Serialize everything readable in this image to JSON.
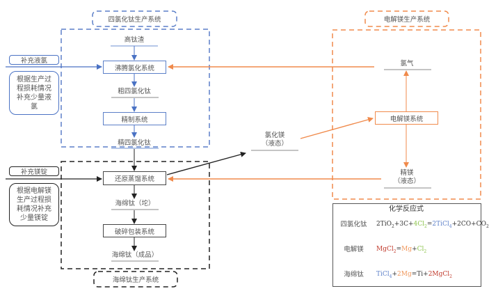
{
  "colors": {
    "ticl4_system": "#5b7fc8",
    "mg_system": "#f08a4b",
    "sponge_system": "#222222",
    "eq_blue": "#5b7fc8",
    "eq_green": "#8bc34a",
    "eq_red": "#c0392b",
    "eq_orange": "#f0965a"
  },
  "systems": {
    "ticl4": {
      "title": "四氯化钛生产系统",
      "raw_material": "高钛渣",
      "chlorination_box": "沸腾氯化系统",
      "crude_product": "粗四氯化钛",
      "refine_box": "精制系统",
      "refined_product": "精四氯化钛"
    },
    "sponge": {
      "title": "海绵钛生产系统",
      "reduction_box": "还原蒸馏系统",
      "intermediate": "海绵钛（坨）",
      "crush_box": "破碎包装系统",
      "final_product": "海绵钛（成品）"
    },
    "magnesium": {
      "title": "电解镁生产系统",
      "chlorine": "氯气",
      "electrolysis_box": "电解镁系统",
      "refined_mg_line1": "精镁",
      "refined_mg_line2": "（液态）"
    }
  },
  "external": {
    "supplement_cl_label": "补充液氯",
    "supplement_cl_note": [
      "根据生产过",
      "程损耗情况",
      "补充少量液",
      "氯"
    ],
    "supplement_mg_label": "补充镁锭",
    "supplement_mg_note": [
      "根据电解镁",
      "生产过程损",
      "耗情况补充",
      "少量镁锭"
    ],
    "mgcl2_line1": "氯化镁",
    "mgcl2_line2": "（液态）"
  },
  "legend": {
    "title": "化学反应式",
    "items": [
      {
        "label": "四氯化钛",
        "equation": [
          {
            "t": "2TiO",
            "c": "black"
          },
          {
            "sub": "2",
            "c": "black"
          },
          {
            "t": "+3C+",
            "c": "black"
          },
          {
            "t": "4Cl",
            "c": "green"
          },
          {
            "sub": "2",
            "c": "green"
          },
          {
            "t": "=",
            "c": "black"
          },
          {
            "t": "2TiCl",
            "c": "blue"
          },
          {
            "sub": "4",
            "c": "blue"
          },
          {
            "t": "+2CO+CO",
            "c": "black"
          },
          {
            "sub": "2",
            "c": "black"
          }
        ]
      },
      {
        "label": "电解镁",
        "equation": [
          {
            "t": "MgCl",
            "c": "red"
          },
          {
            "sub": "2",
            "c": "red"
          },
          {
            "t": "=",
            "c": "black"
          },
          {
            "t": "Mg",
            "c": "orange"
          },
          {
            "t": "+",
            "c": "black"
          },
          {
            "t": "Cl",
            "c": "green"
          },
          {
            "sub": "2",
            "c": "green"
          }
        ]
      },
      {
        "label": "海绵钛",
        "equation": [
          {
            "t": "TiCl",
            "c": "blue"
          },
          {
            "sub": "4",
            "c": "blue"
          },
          {
            "t": "+",
            "c": "black"
          },
          {
            "t": "2Mg",
            "c": "orange"
          },
          {
            "t": "=Ti+",
            "c": "black"
          },
          {
            "t": "2MgCl",
            "c": "red"
          },
          {
            "sub": "2",
            "c": "red"
          }
        ]
      }
    ]
  }
}
